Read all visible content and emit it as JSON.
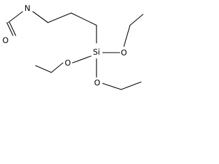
{
  "molecule": {
    "atoms": {
      "n_label": "N",
      "o_carbonyl_label": "O",
      "si_label": "Si",
      "o_ethoxy_right_label": "O",
      "o_ethoxy_left_label": "O",
      "o_ethoxy_bottom_label": "O"
    },
    "colors": {
      "bond": "#000000",
      "label": "#000000",
      "background": "#ffffff"
    }
  }
}
